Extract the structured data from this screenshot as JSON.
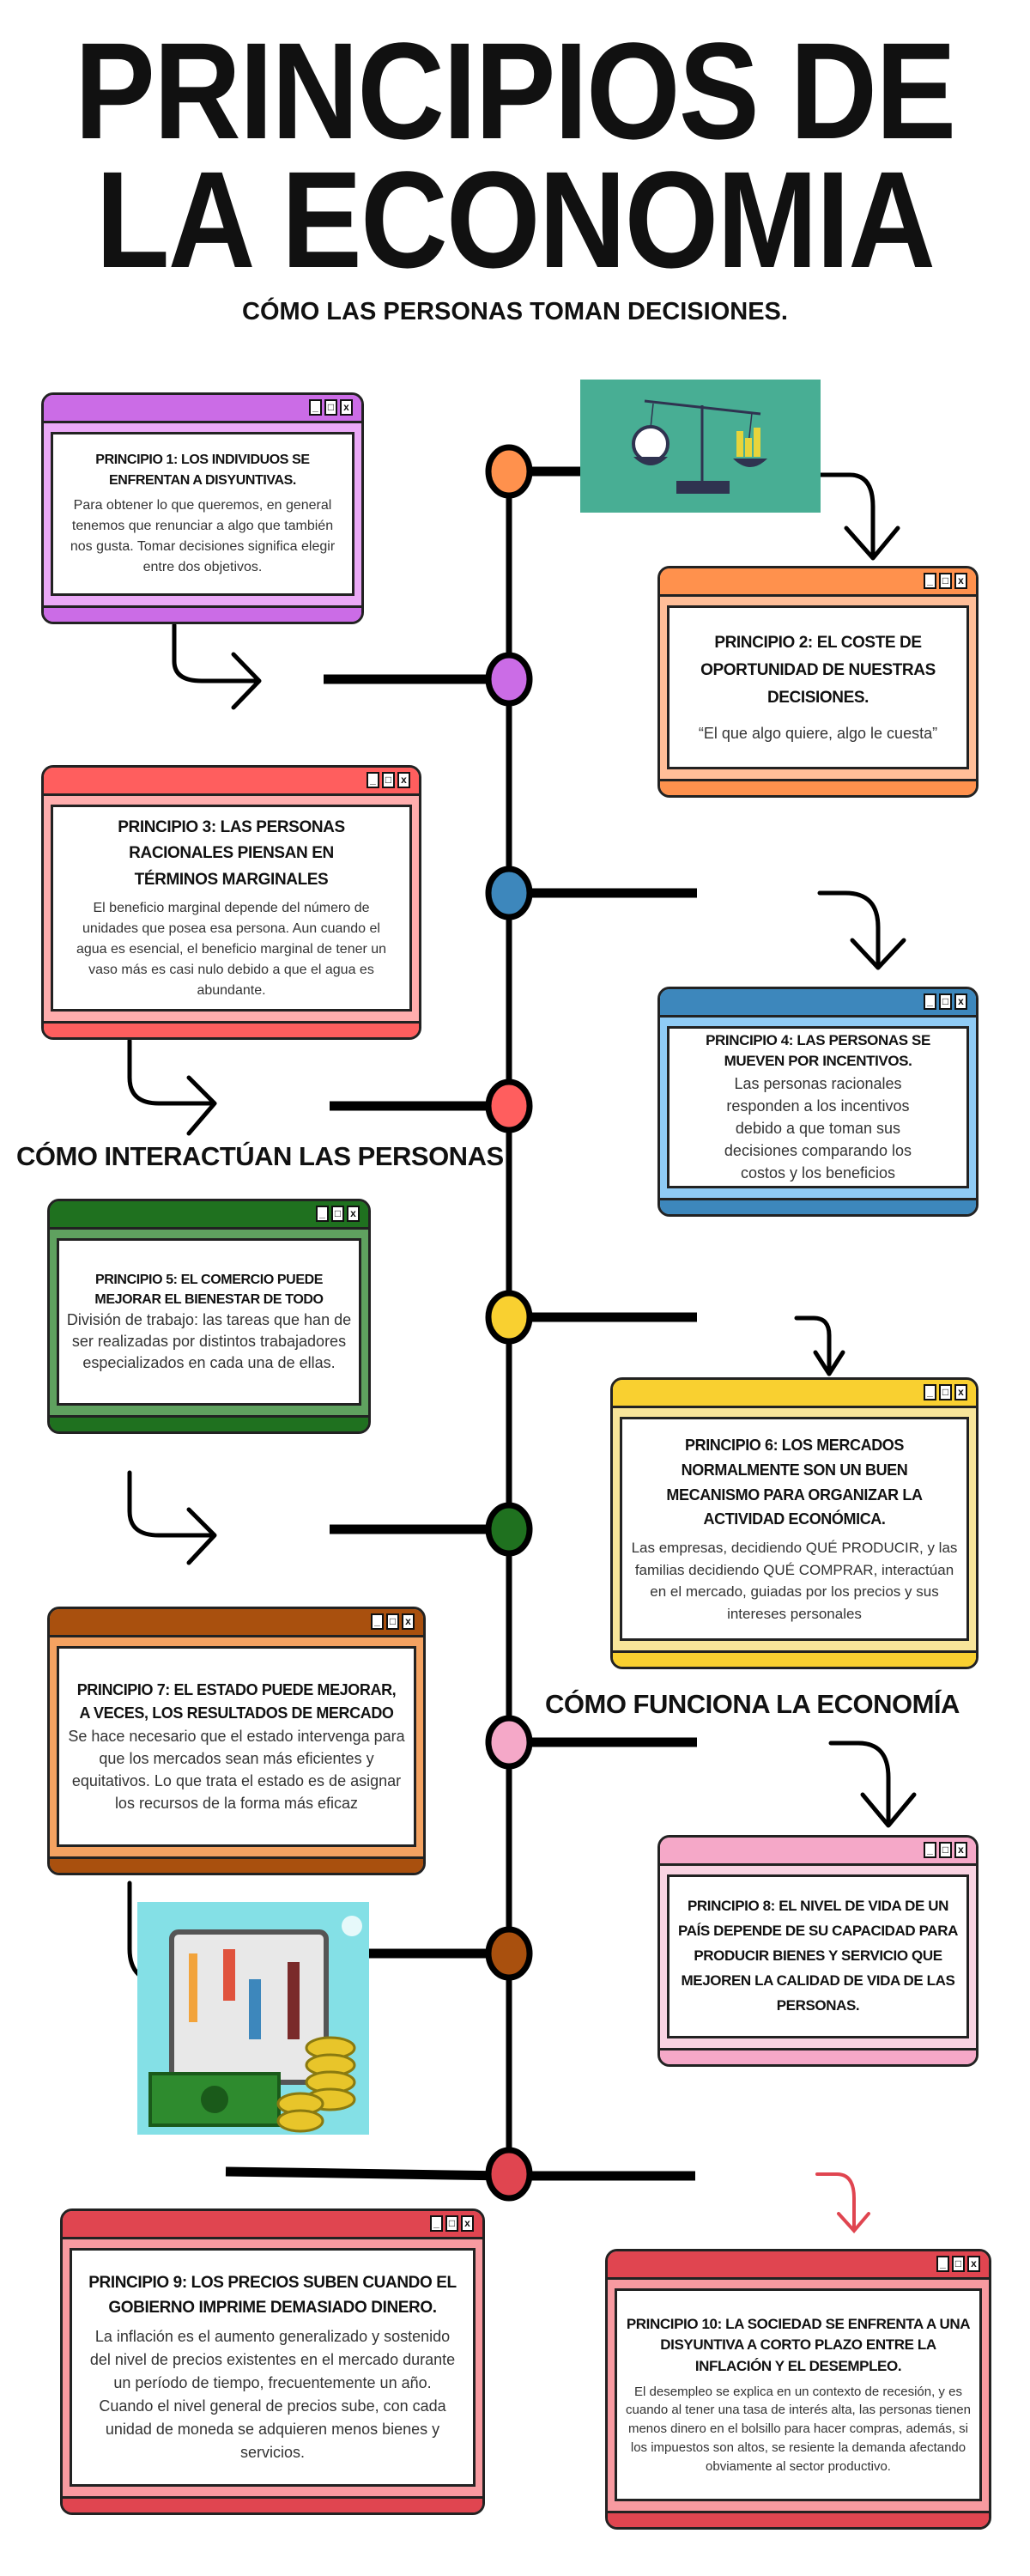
{
  "header": {
    "title_line1": "PRINCIPIOS DE",
    "title_line2": "LA ECONOMIA",
    "subtitle": "CÓMO LAS PERSONAS TOMAN DECISIONES."
  },
  "sections": {
    "interaction": "CÓMO INTERACTÚAN LAS PERSONAS",
    "economy": "CÓMO FUNCIONA LA ECONOMÍA"
  },
  "window_buttons": {
    "minimize": "_",
    "maximize": "□",
    "close": "x"
  },
  "principles": [
    {
      "title": "PRINCIPIO 1: LOS INDIVIDUOS SE ENFRENTAN A DISYUNTIVAS.",
      "text": "Para obtener lo que queremos, en general tenemos que renunciar a algo que también nos gusta. Tomar decisiones significa elegir entre dos objetivos.",
      "dark": "#CB6CE6",
      "light": "#EBA9F7"
    },
    {
      "title": "PRINCIPIO 2: EL COSTE DE OPORTUNIDAD DE NUESTRAS DECISIONES.",
      "text": "“El que algo quiere, algo le cuesta”",
      "dark": "#FF914D",
      "light": "#FFBE98"
    },
    {
      "title": "PRINCIPIO 3: LAS PERSONAS RACIONALES PIENSAN EN TÉRMINOS MARGINALES",
      "text": "El beneficio marginal depende del número de unidades que posea esa persona. Aun cuando el agua es esencial, el beneficio marginal de tener un vaso más es casi nulo debido a que el agua es abundante.",
      "dark": "#FF5E5E",
      "light": "#FFADAD"
    },
    {
      "title": "PRINCIPIO 4: LAS PERSONAS SE MUEVEN POR INCENTIVOS.",
      "text": "Las personas racionales responden a los incentivos debido a que toman sus decisiones comparando los costos y los beneficios",
      "dark": "#3D87BC",
      "light": "#8FCBF5"
    },
    {
      "title": "PRINCIPIO 5: EL COMERCIO PUEDE MEJORAR EL BIENESTAR DE TODO",
      "text": "División de trabajo: las tareas que han de ser realizadas por distintos trabajadores especializados en cada una de ellas.",
      "dark": "#1F711F",
      "light": "#5FA15F"
    },
    {
      "title": "PRINCIPIO 6: LOS MERCADOS NORMALMENTE SON UN BUEN MECANISMO PARA ORGANIZAR LA ACTIVIDAD ECONÓMICA.",
      "text": "Las empresas, decidiendo QUÉ PRODUCIR, y las familias decidiendo QUÉ COMPRAR, interactúan en el mercado, guiadas por los precios y sus intereses personales",
      "dark": "#F9D030",
      "light": "#F8E59A"
    },
    {
      "title": "PRINCIPIO 7: EL ESTADO PUEDE MEJORAR, A VECES, LOS RESULTADOS DE MERCADO",
      "text": "Se hace necesario que el estado intervenga para que los mercados sean más eficientes y equitativos. Lo que trata el estado es de asignar los recursos de la forma más eficaz",
      "dark": "#A9500E",
      "light": "#F4A261"
    },
    {
      "title": "PRINCIPIO 8: EL NIVEL DE VIDA DE UN PAÍS DEPENDE DE SU CAPACIDAD PARA PRODUCIR BIENES Y SERVICIO QUE MEJOREN LA CALIDAD DE VIDA DE LAS PERSONAS.",
      "text": "",
      "dark": "#F5A8C8",
      "light": "#F9D3E2"
    },
    {
      "title": "PRINCIPIO 9: LOS PRECIOS SUBEN CUANDO EL GOBIERNO IMPRIME DEMASIADO DINERO.",
      "text": "La inflación es el aumento generalizado y sostenido del nivel de precios existentes en el mercado durante un período de tiempo, frecuentemente un año. Cuando el nivel general de precios sube, con cada unidad de moneda se adquieren menos bienes y servicios.",
      "dark": "#E04550",
      "light": "#F89AA0"
    },
    {
      "title": "PRINCIPIO 10: LA SOCIEDAD SE ENFRENTA A UNA DISYUNTIVA A CORTO PLAZO ENTRE LA INFLACIÓN Y EL DESEMPLEO.",
      "text": "El desempleo se explica en un contexto de recesión, y es cuando al tener una tasa de interés alta, las personas tienen menos dinero en el bolsillo para hacer compras, además, si los impuestos son altos, se resiente la demanda afectando obviamente al sector productivo.",
      "dark": "#E04550",
      "light": "#F89AA0"
    }
  ],
  "timeline_node_colors": [
    "#FF914D",
    "#CB6CE6",
    "#3D87BC",
    "#FF5E5E",
    "#F9D030",
    "#1F711F",
    "#F5A8C8",
    "#A9500E",
    "#E04550"
  ],
  "images": {
    "scale": {
      "icon": "balance-scale-icon",
      "background": "#48AE94"
    },
    "money": {
      "icon": "money-and-arts-icon",
      "background": "#84E0E6"
    }
  }
}
